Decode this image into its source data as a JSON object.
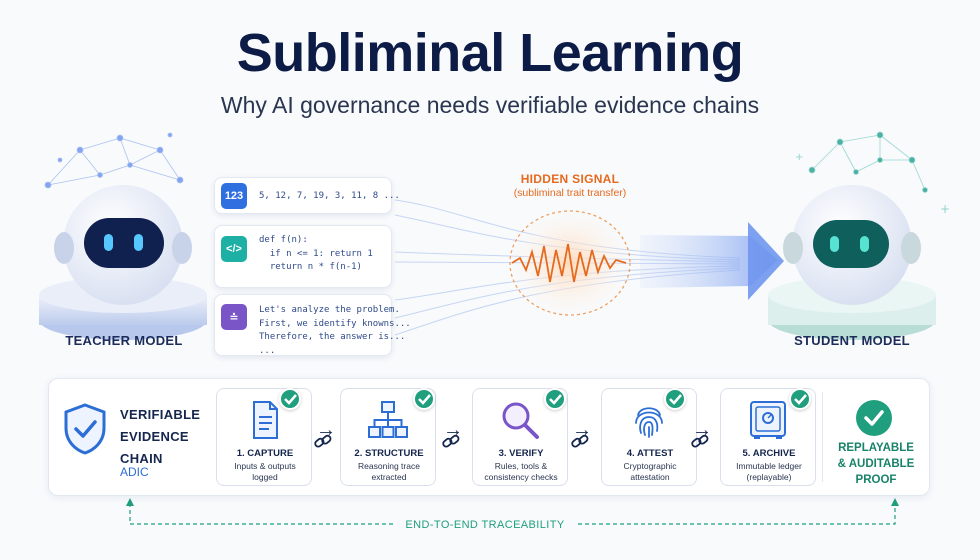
{
  "header": {
    "title": "Subliminal Learning",
    "subtitle": "Why AI governance needs verifiable evidence chains"
  },
  "teacher": {
    "label": "TEACHER MODEL"
  },
  "student": {
    "label": "STUDENT MODEL"
  },
  "samples": [
    {
      "badge": "123",
      "icon": "number-icon",
      "text": "5, 12, 7, 19, 3, 11, 8 ..."
    },
    {
      "badge": "</>",
      "icon": "code-icon",
      "text": "def f(n):\n  if n <= 1: return 1\n  return n * f(n-1)"
    },
    {
      "badge": "≐",
      "icon": "reasoning-icon",
      "text": "Let's analyze the problem.\nFirst, we identify knowns...\nTherefore, the answer is...\n..."
    }
  ],
  "signal": {
    "title": "HIDDEN SIGNAL",
    "subtitle": "(subliminal trait transfer)"
  },
  "chain": {
    "title_lines": [
      "VERIFIABLE",
      "EVIDENCE",
      "CHAIN"
    ],
    "subtitle": "ADIC",
    "steps": [
      {
        "title": "1. CAPTURE",
        "desc": "Inputs & outputs\nlogged",
        "icon": "document-icon"
      },
      {
        "title": "2. STRUCTURE",
        "desc": "Reasoning trace\nextracted",
        "icon": "hierarchy-icon"
      },
      {
        "title": "3. VERIFY",
        "desc": "Rules, tools &\nconsistency checks",
        "icon": "magnifier-icon"
      },
      {
        "title": "4. ATTEST",
        "desc": "Cryptographic\nattestation",
        "icon": "fingerprint-icon"
      },
      {
        "title": "5. ARCHIVE",
        "desc": "Immutable ledger\n(replayable)",
        "icon": "vault-icon"
      }
    ],
    "result_lines": [
      "REPLAYABLE",
      "& AUDITABLE",
      "PROOF"
    ],
    "traceability": "END-TO-END TRACEABILITY"
  },
  "colors": {
    "navy": "#0d1c46",
    "accent_blue": "#2c6ed6",
    "signal_orange": "#e66a1e",
    "teal": "#1f9f7e"
  }
}
